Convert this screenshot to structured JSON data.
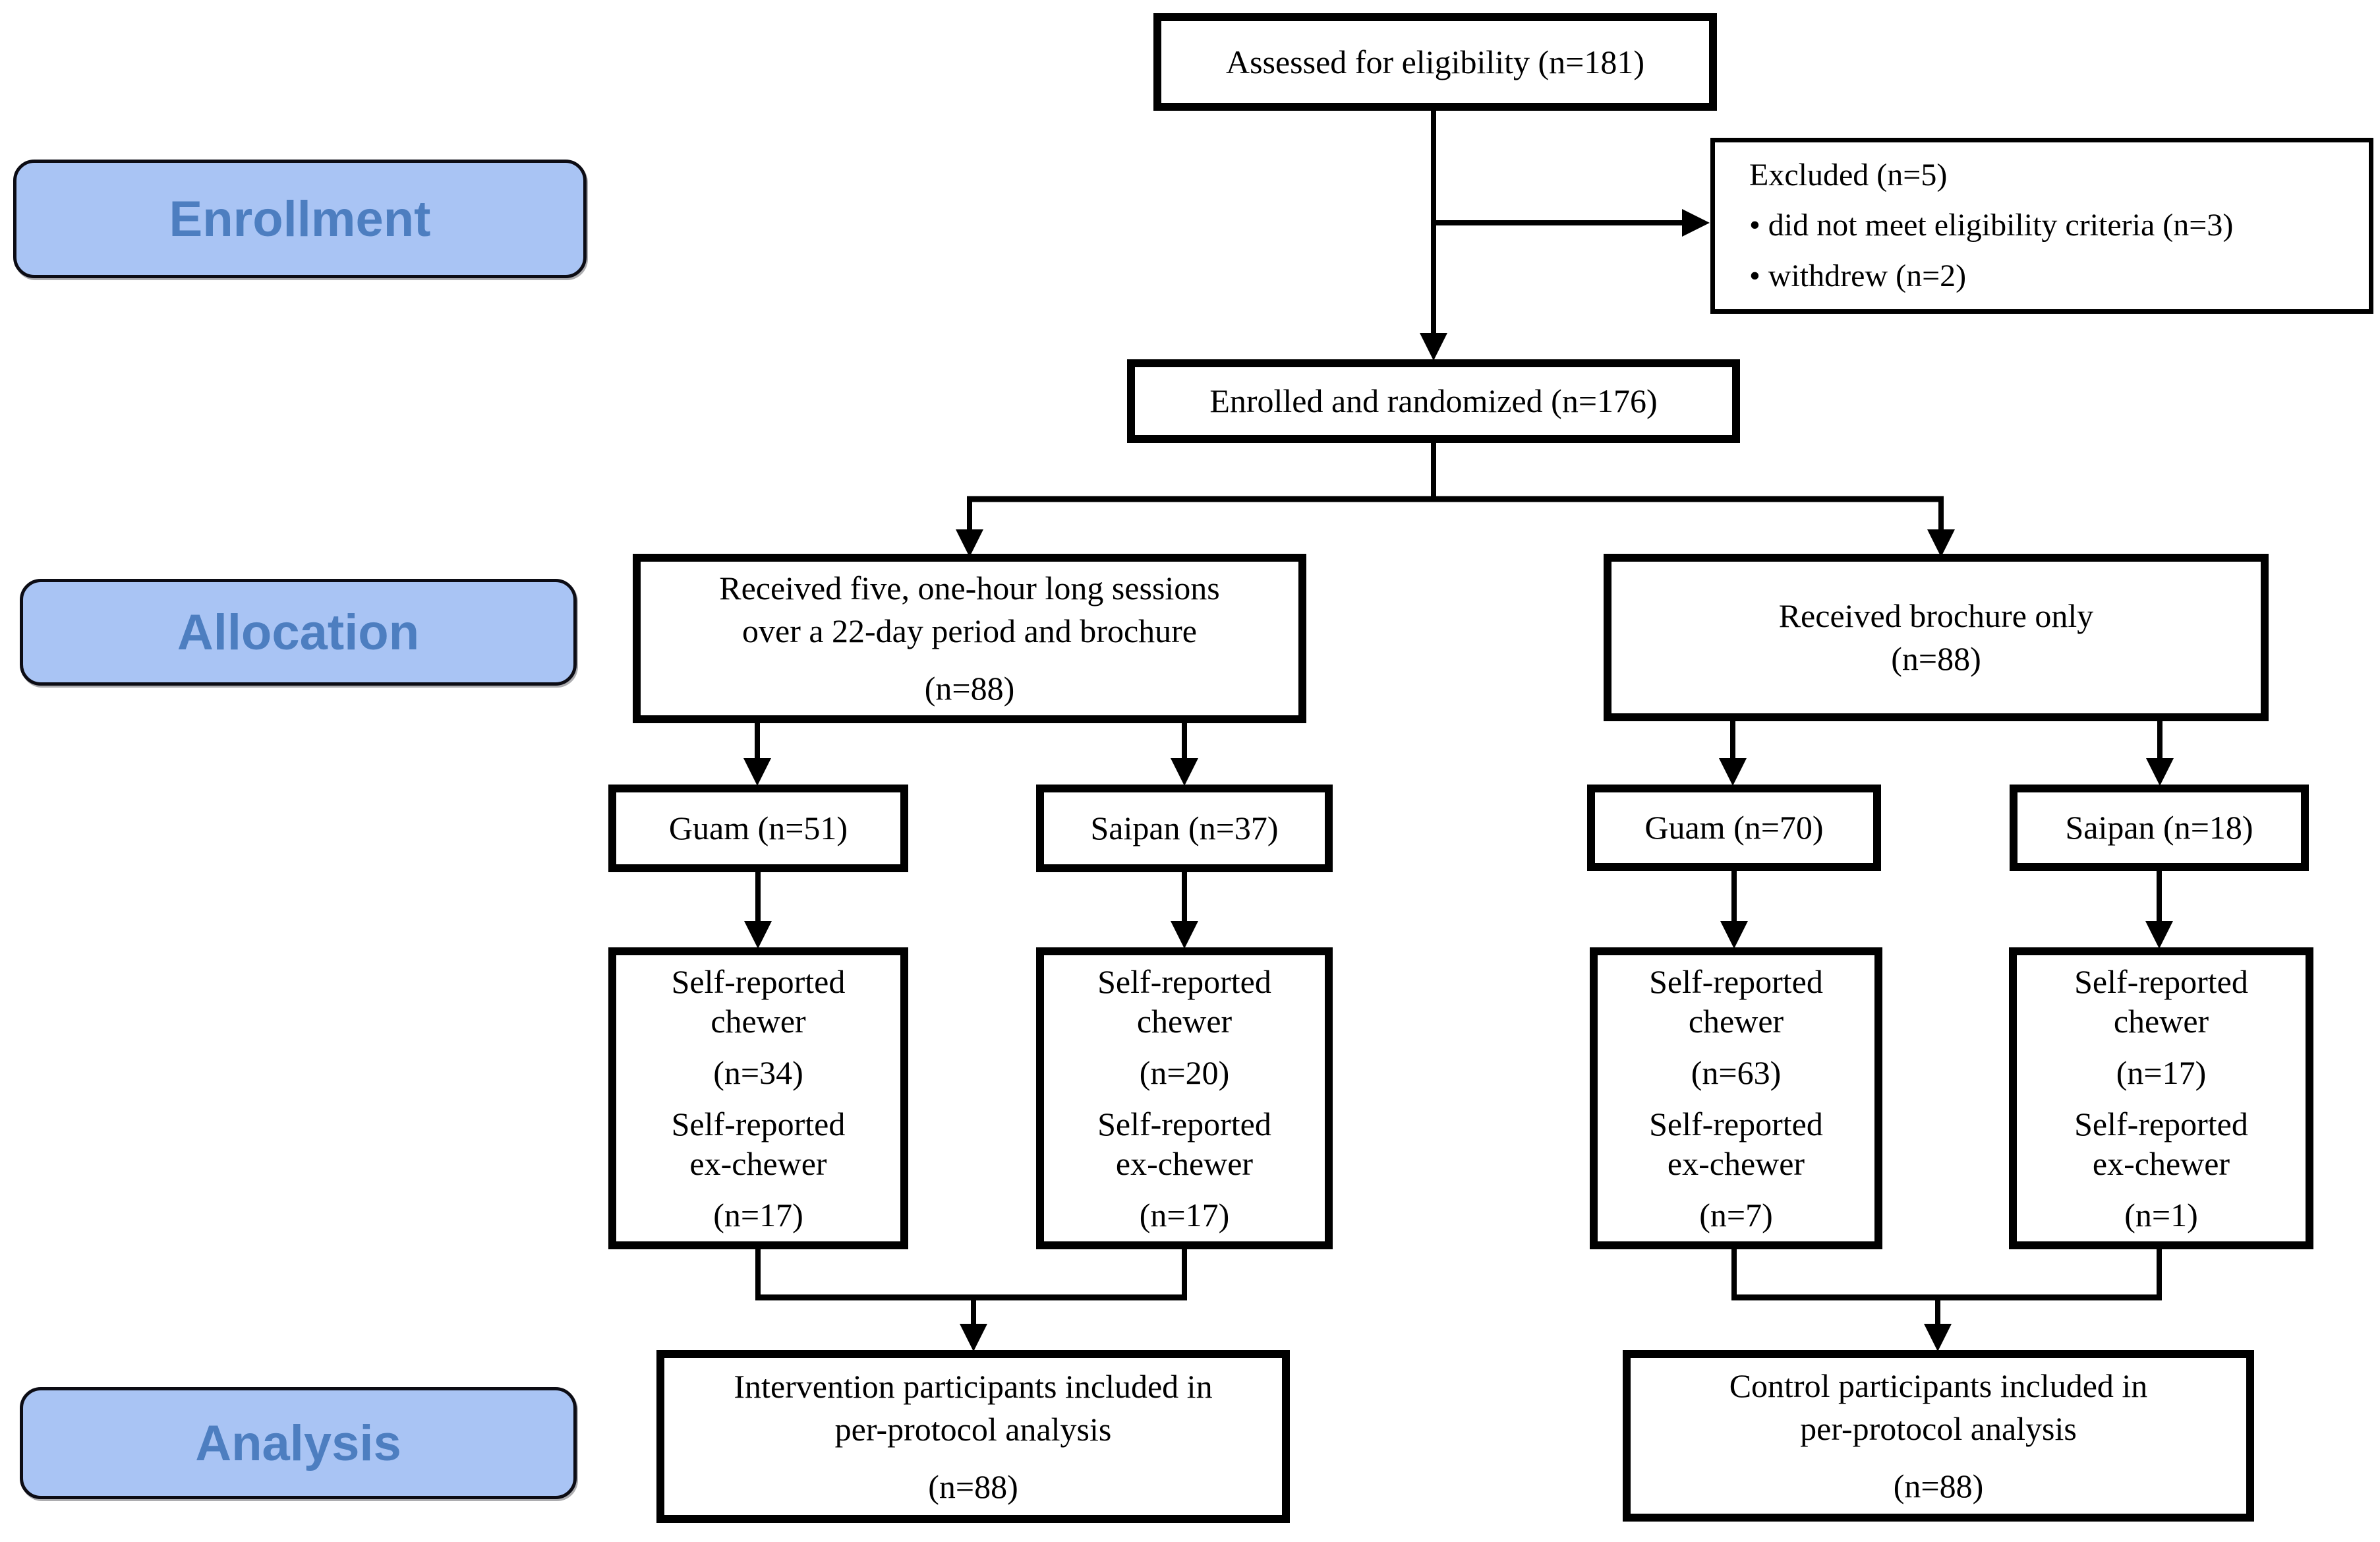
{
  "colors": {
    "stage_fill": "#a9c4f4",
    "stage_text": "#4d7ec0",
    "box_border": "#000000",
    "connector": "#000000",
    "background": "#ffffff"
  },
  "stages": {
    "enrollment": "Enrollment",
    "allocation": "Allocation",
    "analysis": "Analysis"
  },
  "boxes": {
    "assessed": {
      "text": "Assessed for eligibility (n=181)"
    },
    "excluded": {
      "lines": [
        "Excluded (n=5)",
        "• did not meet eligibility criteria (n=3)",
        "• withdrew (n=2)"
      ]
    },
    "enrolled": {
      "text": "Enrolled and randomized (n=176)"
    },
    "intervention_allocation": {
      "lines": [
        "Received five, one-hour long sessions",
        "over a 22-day period and brochure",
        "(n=88)"
      ]
    },
    "control_allocation": {
      "lines": [
        "Received brochure only",
        "(n=88)"
      ]
    },
    "intervention_guam_site": {
      "text": "Guam (n=51)"
    },
    "intervention_saipan_site": {
      "text": "Saipan (n=37)"
    },
    "control_guam_site": {
      "text": "Guam (n=70)"
    },
    "control_saipan_site": {
      "text": "Saipan (n=18)"
    },
    "intervention_guam_status": {
      "lines": [
        "Self-reported",
        "chewer",
        "(n=34)",
        "Self-reported",
        "ex-chewer",
        "(n=17)"
      ]
    },
    "intervention_saipan_status": {
      "lines": [
        "Self-reported",
        "chewer",
        "(n=20)",
        "Self-reported",
        "ex-chewer",
        "(n=17)"
      ]
    },
    "control_guam_status": {
      "lines": [
        "Self-reported",
        "chewer",
        "(n=63)",
        "Self-reported",
        "ex-chewer",
        "(n=7)"
      ]
    },
    "control_saipan_status": {
      "lines": [
        "Self-reported",
        "chewer",
        "(n=17)",
        "Self-reported",
        "ex-chewer",
        "(n=1)"
      ]
    },
    "intervention_analysis": {
      "lines": [
        "Intervention participants included in",
        "per-protocol analysis",
        "(n=88)"
      ]
    },
    "control_analysis": {
      "lines": [
        "Control participants included in",
        "per-protocol analysis",
        "(n=88)"
      ]
    }
  }
}
